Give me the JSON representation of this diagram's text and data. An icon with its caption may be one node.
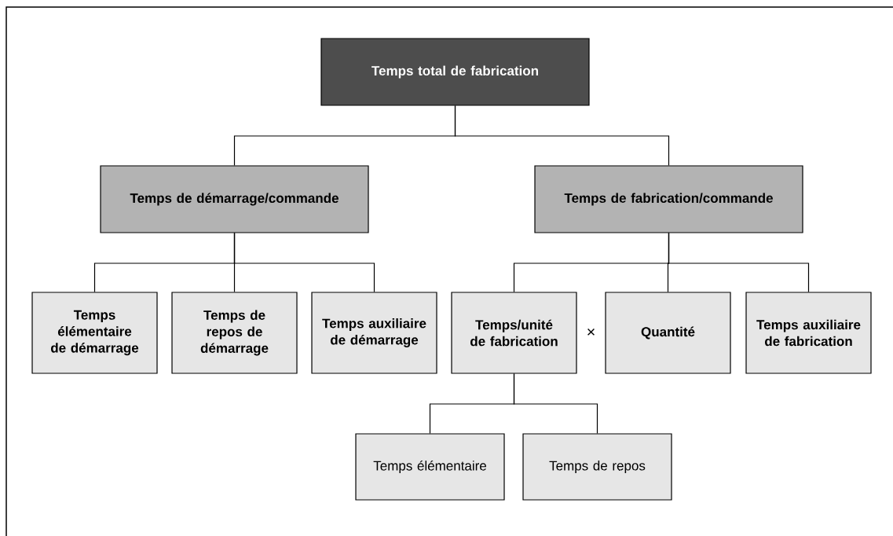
{
  "diagram": {
    "nodes": [
      {
        "text": [
          "Temps total de fabrication"
        ]
      },
      {
        "text": [
          "Temps de démarrage/commande"
        ]
      },
      {
        "text": [
          "Temps de fabrication/commande"
        ]
      },
      {
        "text": [
          "Temps élémentaire de démarrage"
        ]
      },
      {
        "text": [
          "Temps de repos de démarrage"
        ]
      },
      {
        "text": [
          "Temps auxiliaire de démarrage"
        ]
      },
      {
        "text": [
          "Temps/unité de fabrication"
        ]
      },
      {
        "text": [
          "Quantité"
        ]
      },
      {
        "text": [
          "Temps auxiliaire de fabrication"
        ]
      },
      {
        "text": [
          "Temps élémentaire"
        ]
      },
      {
        "text": [
          "Temps de repos"
        ]
      }
    ],
    "edges": [
      {
        "from": 0,
        "to": 1,
        "arrow": "none"
      },
      {
        "from": 0,
        "to": 2,
        "arrow": "none"
      },
      {
        "from": 1,
        "to": 3,
        "arrow": "none"
      },
      {
        "from": 1,
        "to": 4,
        "arrow": "none"
      },
      {
        "from": 1,
        "to": 5,
        "arrow": "none"
      },
      {
        "from": 2,
        "to": 6,
        "arrow": "none"
      },
      {
        "from": 2,
        "to": 7,
        "arrow": "none"
      },
      {
        "from": 2,
        "to": 8,
        "arrow": "none"
      },
      {
        "from": 6,
        "to": 9,
        "arrow": "none"
      },
      {
        "from": 6,
        "to": 10,
        "arrow": "none"
      }
    ],
    "labels": [
      "×"
    ]
  }
}
